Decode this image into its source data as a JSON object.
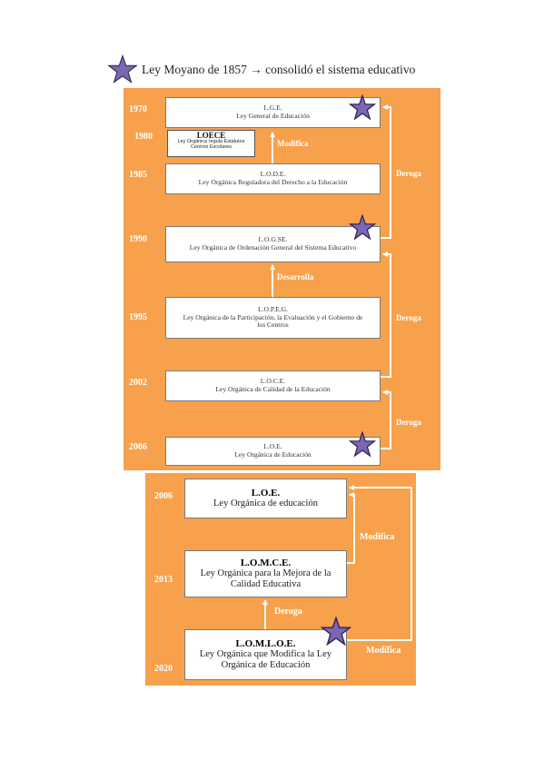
{
  "header": {
    "text": "Ley Moyano de 1857 → consolidó el sistema educativo",
    "icon": "star-icon"
  },
  "colors": {
    "panel": "#f7a14c",
    "star_fill": "#7a66b2",
    "star_stroke": "#2f2050",
    "arrow": "#ffffff"
  },
  "panel1": {
    "laws": [
      {
        "year": "1970",
        "acronym": "L.G.E.",
        "name": "Ley General de Educación"
      },
      {
        "year": "1985",
        "acronym": "L.O.D.E.",
        "name": "Ley Orgánica Reguladora del Derecho a la Educación"
      },
      {
        "year": "1990",
        "acronym": "L.O.G.SE.",
        "name": "Ley Orgánica de Ordenación General del Sistema Educativo"
      },
      {
        "year": "1995",
        "acronym": "L.O.P.E.G.",
        "name": "Ley Orgánica de la Participación, la Evaluación y el Gobierno de los Centros"
      },
      {
        "year": "2002",
        "acronym": "L.O.C.E.",
        "name": "Ley Orgánica de Calidad de la Educación"
      },
      {
        "year": "2006",
        "acronym": "L.O.E.",
        "name": "Ley Orgánica de Educación"
      }
    ],
    "loece": {
      "year": "1980",
      "acronym": "LOECE",
      "name": "Ley Orgánica regula Estatutos Centros Escolares"
    },
    "labels": {
      "modifica": "Modifica",
      "desarrolla": "Desarrolla",
      "deroga_1": "Deroga",
      "deroga_2": "Deroga",
      "deroga_3": "Deroga"
    }
  },
  "panel2": {
    "laws": [
      {
        "year": "2006",
        "acronym": "L.O.E.",
        "name": "Ley Orgánica de educación"
      },
      {
        "year": "2013",
        "acronym": "L.O.M.C.E.",
        "name": "Ley Orgánica para la Mejora de la Calidad Educativa"
      },
      {
        "year": "2020",
        "acronym": "L.O.M.L.O.E.",
        "name": "Ley Orgánica que Modifica la Ley Orgánica de Educación"
      }
    ],
    "labels": {
      "modifica_1": "Modifica",
      "deroga": "Deroga",
      "modifica_2": "Modifica"
    }
  }
}
